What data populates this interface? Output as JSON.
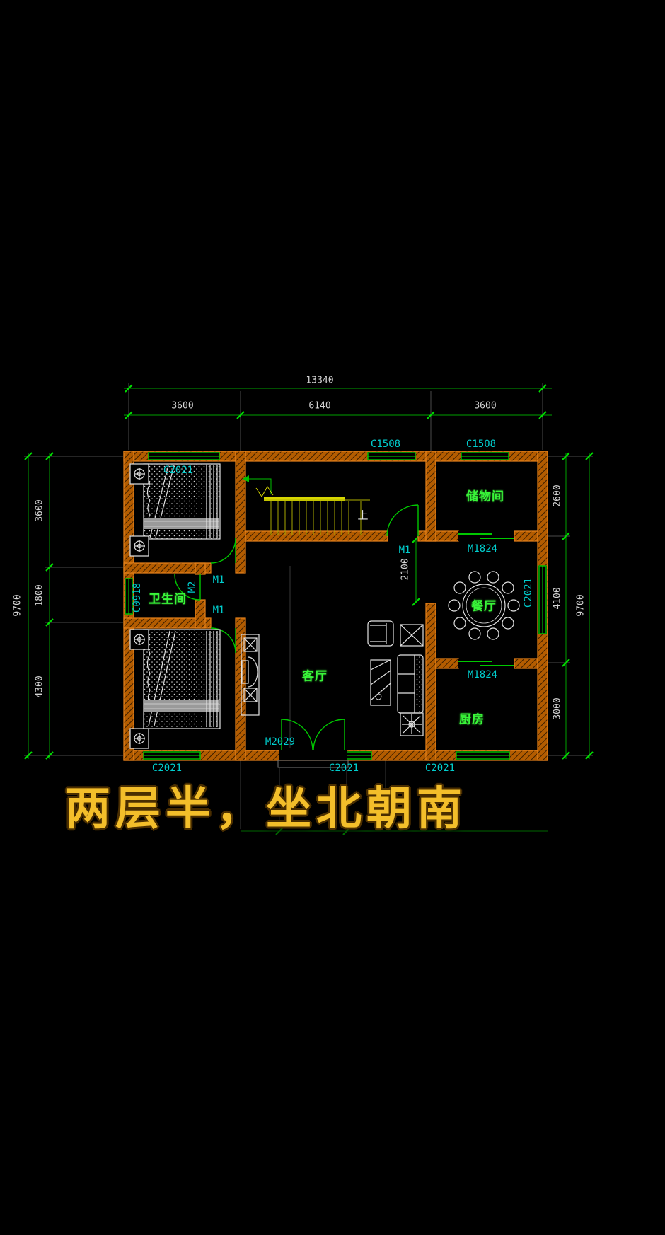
{
  "caption": {
    "text": "两层半，坐北朝南"
  },
  "plan": {
    "dimensions": {
      "top": {
        "total": "13340",
        "segments": [
          "3600",
          "6140",
          "3600"
        ]
      },
      "left": {
        "total": "9700",
        "segments": [
          "3600",
          "1800",
          "4300"
        ]
      },
      "right": {
        "total": "9700",
        "segments": [
          "2600",
          "4100",
          "3000"
        ]
      },
      "interior": {
        "living_dining_opening": "2100"
      }
    },
    "rooms": {
      "storage": "储物间",
      "bathroom": "卫生间",
      "dining": "餐厅",
      "living": "客厅",
      "kitchen": "厨房"
    },
    "stairs": {
      "direction_label": "上"
    },
    "windows": {
      "bedroom1_top": "C2021",
      "hall_top": "C1508",
      "storage_top": "C1508",
      "bathroom_left": "C0918",
      "dining_right": "C2021",
      "bedroom2_bottom": "C2021",
      "living_bottom": "C2021",
      "kitchen_bottom": "C2021"
    },
    "doors": {
      "bedroom1": "M1",
      "bedroom2": "M1",
      "hall": "M1",
      "bathroom": "M2",
      "storage": "M1824",
      "kitchen": "M1824",
      "entrance": "M2029"
    },
    "colors": {
      "wall": "#b35c00",
      "dimension_line": "#00a000",
      "window_door_green": "#00c800",
      "label_cyan": "#00cdcd",
      "room_label_green": "#39f539",
      "stair_yellow": "#c8c800",
      "furniture_white": "#e2e2e2",
      "caption_yellow": "#f3be2a"
    }
  }
}
